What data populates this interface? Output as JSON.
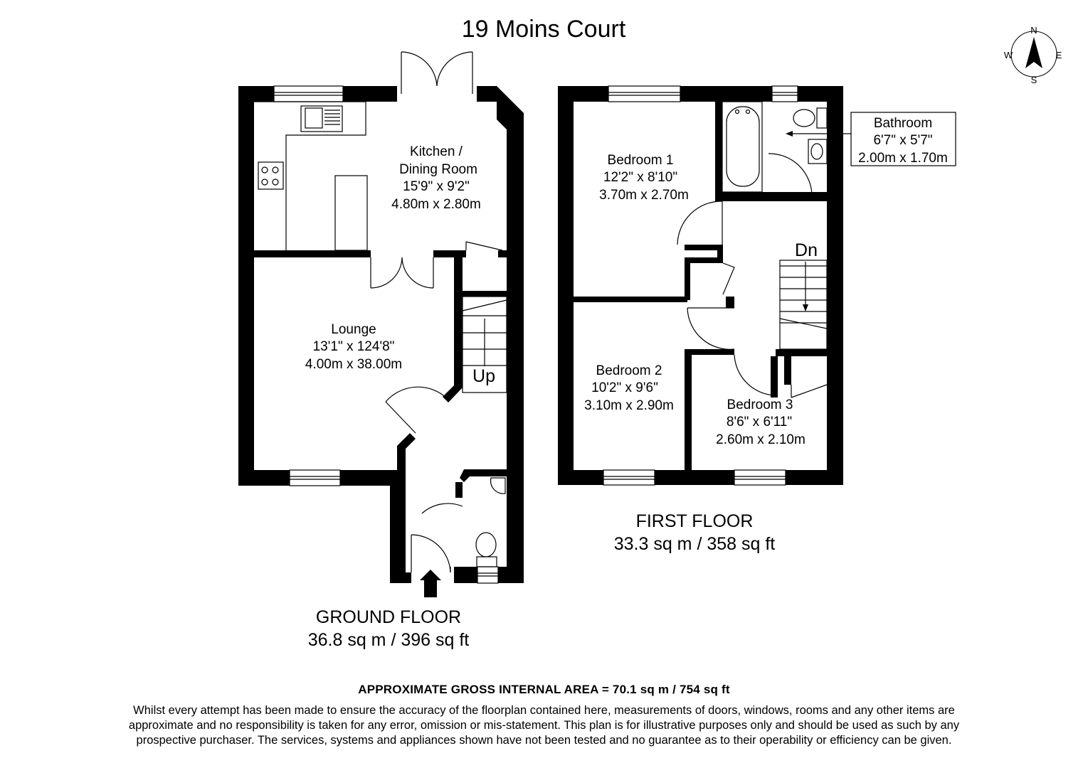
{
  "title": "19 Moins Court",
  "compass": {
    "n": "N",
    "e": "E",
    "s": "S",
    "w": "W"
  },
  "ground_floor": {
    "label": "GROUND FLOOR",
    "area": "36.8 sq m / 396 sq ft",
    "stairs": "Up",
    "rooms": [
      {
        "name": "Kitchen /",
        "name2": "Dining Room",
        "imperial": "15'9\" x 9'2\"",
        "metric": "4.80m x 2.80m"
      },
      {
        "name": "Lounge",
        "imperial": "13'1\" x 124'8\"",
        "metric": "4.00m x 38.00m"
      }
    ]
  },
  "first_floor": {
    "label": "FIRST FLOOR",
    "area": "33.3 sq m / 358 sq ft",
    "stairs": "Dn",
    "rooms": [
      {
        "name": "Bedroom 1",
        "imperial": "12'2\" x 8'10\"",
        "metric": "3.70m x 2.70m"
      },
      {
        "name": "Bedroom 2",
        "imperial": "10'2\" x 9'6\"",
        "metric": "3.10m x 2.90m"
      },
      {
        "name": "Bedroom 3",
        "imperial": "8'6\" x 6'11\"",
        "metric": "2.60m x 2.10m"
      },
      {
        "name": "Bathroom",
        "imperial": "6'7\" x 5'7\"",
        "metric": "2.00m x 1.70m"
      }
    ]
  },
  "gross_area": "APPROXIMATE GROSS INTERNAL AREA = 70.1 sq m / 754 sq ft",
  "disclaimer": [
    "Whilst every attempt has been made to ensure the accuracy of the floorplan contained here, measurements of doors, windows, rooms and any other items are",
    "approximate and no responsibility is taken for any error, omission or mis-statement. This plan is for illustrative purposes only and should be used as such by any",
    "prospective purchaser. The services, systems and appliances shown have not been tested and no guarantee as to their operability or efficiency can be given."
  ]
}
